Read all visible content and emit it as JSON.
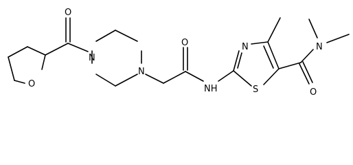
{
  "atoms": {
    "o_ring": "O",
    "o_carbonyl_top": "O",
    "n_piperazine_1": "N",
    "n_piperazine_2": "N",
    "o_acetamide": "O",
    "nh": "NH",
    "n_thiazole": "N",
    "s_thiazole": "S",
    "o_amide": "O",
    "n_dimethyl": "N"
  },
  "colors": {
    "bond": "#000000",
    "label": "#000000",
    "background": "#ffffff"
  }
}
